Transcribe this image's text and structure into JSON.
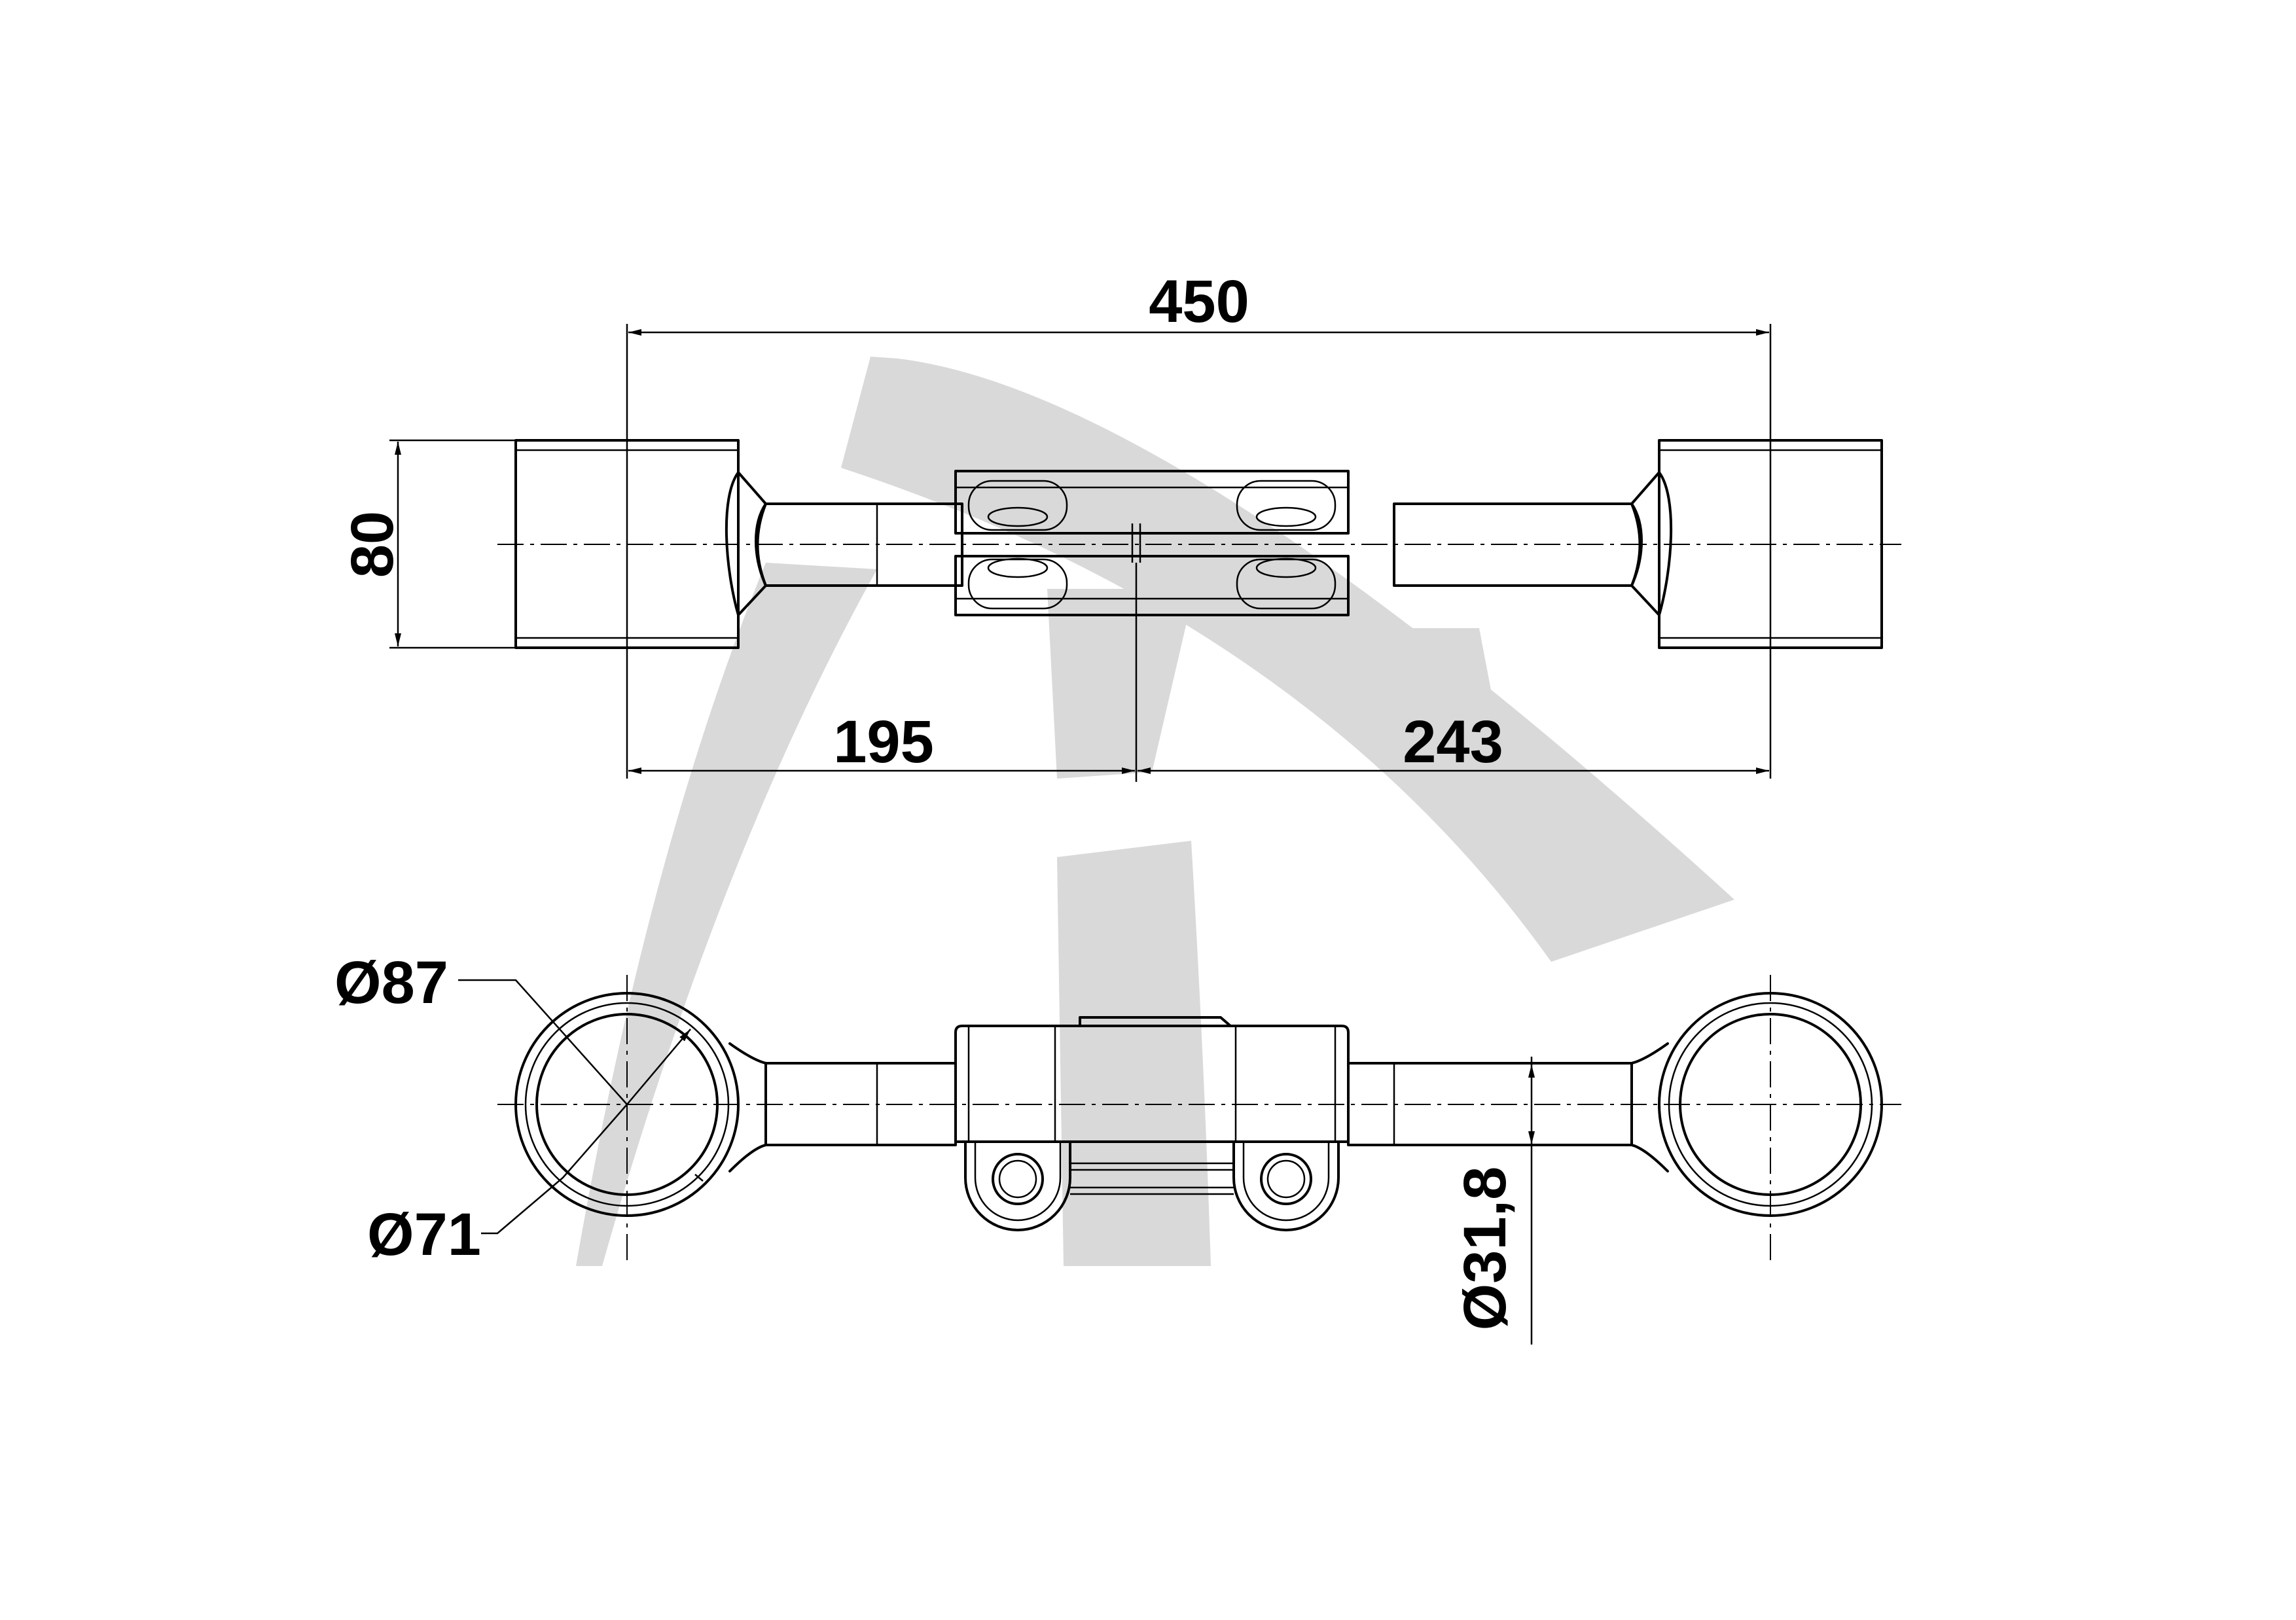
{
  "dimensions": {
    "overall_length": "450",
    "height": "80",
    "left_to_split": "195",
    "split_to_right": "243",
    "outer_diameter": "Ø87",
    "inner_diameter": "Ø71",
    "tube_diameter": "Ø31,8"
  },
  "colors": {
    "line": "#000000",
    "watermark": "#d9d9d9",
    "background": "#ffffff"
  },
  "icons": {
    "watermark": "logo-watermark-icon",
    "arrowhead": "dimension-arrow-icon"
  }
}
